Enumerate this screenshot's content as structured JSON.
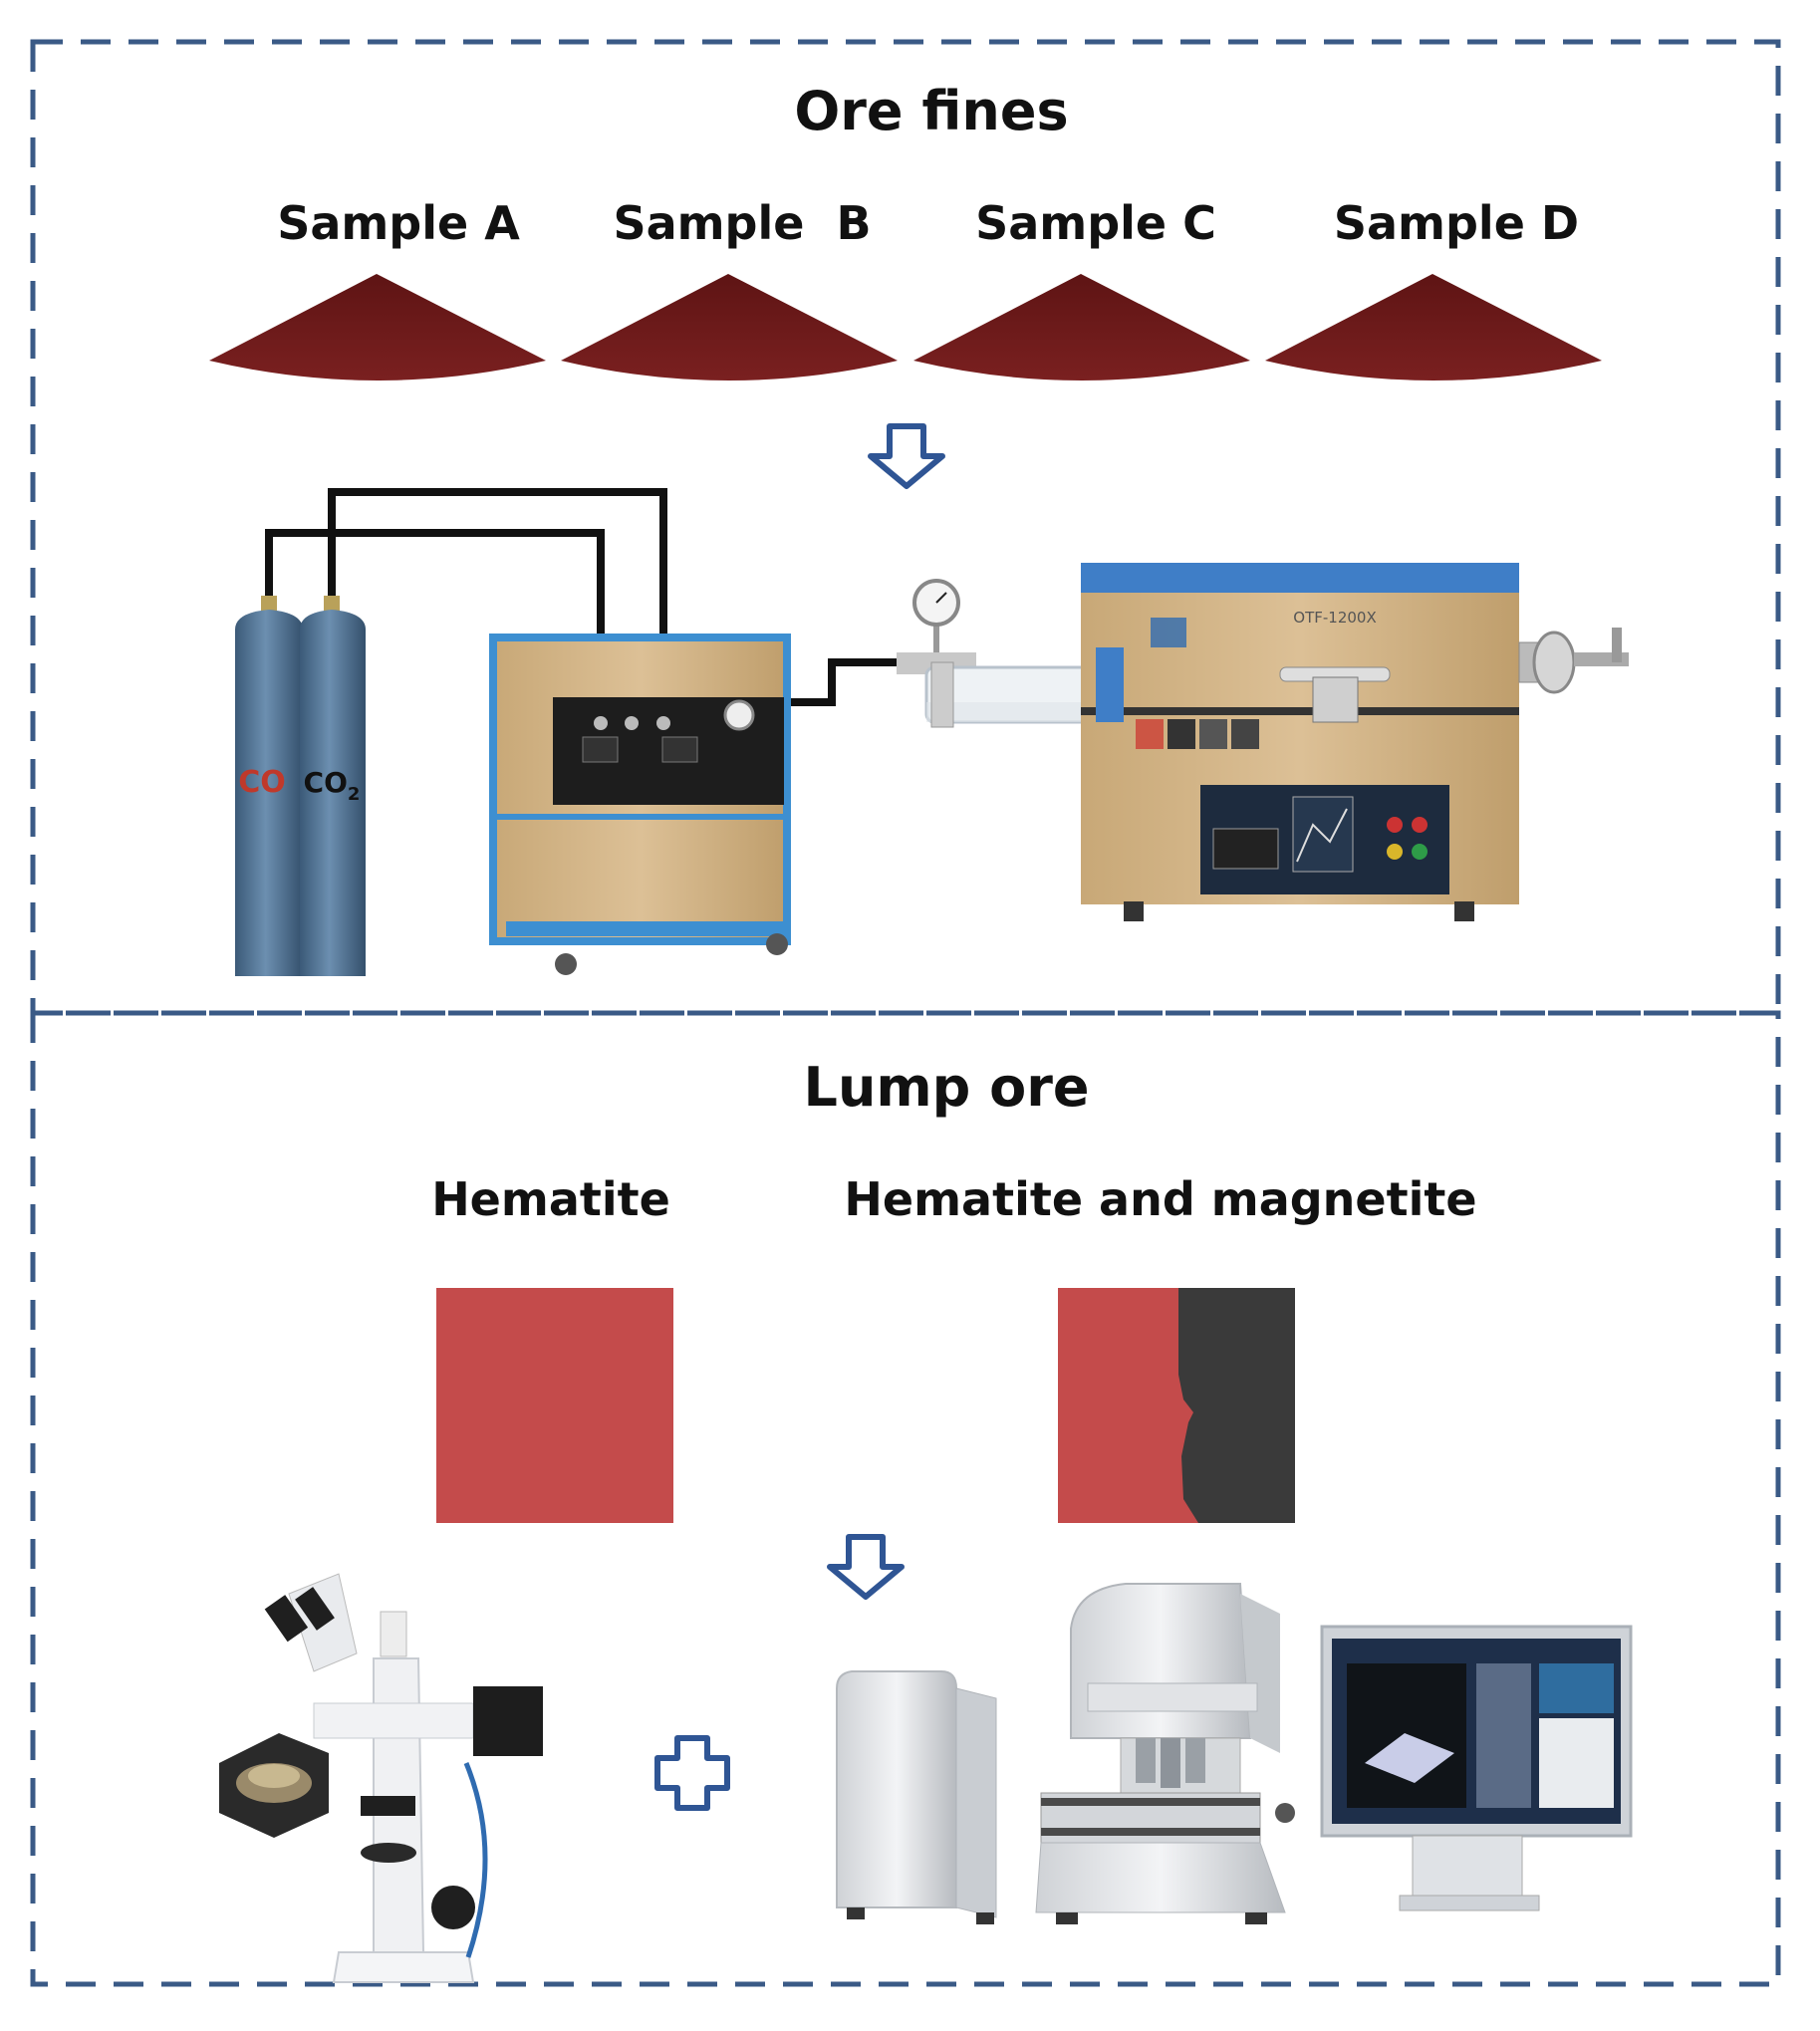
{
  "colors": {
    "border": "#3a5a86",
    "ore_pile": "#6e1818",
    "hematite": "#c44b4b",
    "magnetite": "#3a3a3a",
    "arrow": "#2f5594",
    "cylinder": "#4f7191"
  },
  "ore_fines": {
    "title": "Ore fines",
    "samples": [
      {
        "label": "Sample A"
      },
      {
        "label": "Sample  B"
      },
      {
        "label": "Sample C"
      },
      {
        "label": "Sample D"
      }
    ],
    "gas_cylinders": [
      {
        "label": "CO",
        "color": "#c0392b"
      },
      {
        "label": "CO",
        "subscript": "2",
        "color": "#1b1b1b"
      }
    ],
    "furnace_model": "OTF-1200X"
  },
  "lump_ore": {
    "title": "Lump ore",
    "types": [
      {
        "label": "Hematite"
      },
      {
        "label": "Hematite and magnetite"
      }
    ]
  },
  "icons": [
    "down-arrow-icon",
    "plus-icon",
    "gas-cylinder-icon",
    "gas-mixer-icon",
    "tube-furnace-icon",
    "polarizing-microscope-icon",
    "confocal-microscope-icon",
    "computer-tower-icon",
    "monitor-icon"
  ]
}
